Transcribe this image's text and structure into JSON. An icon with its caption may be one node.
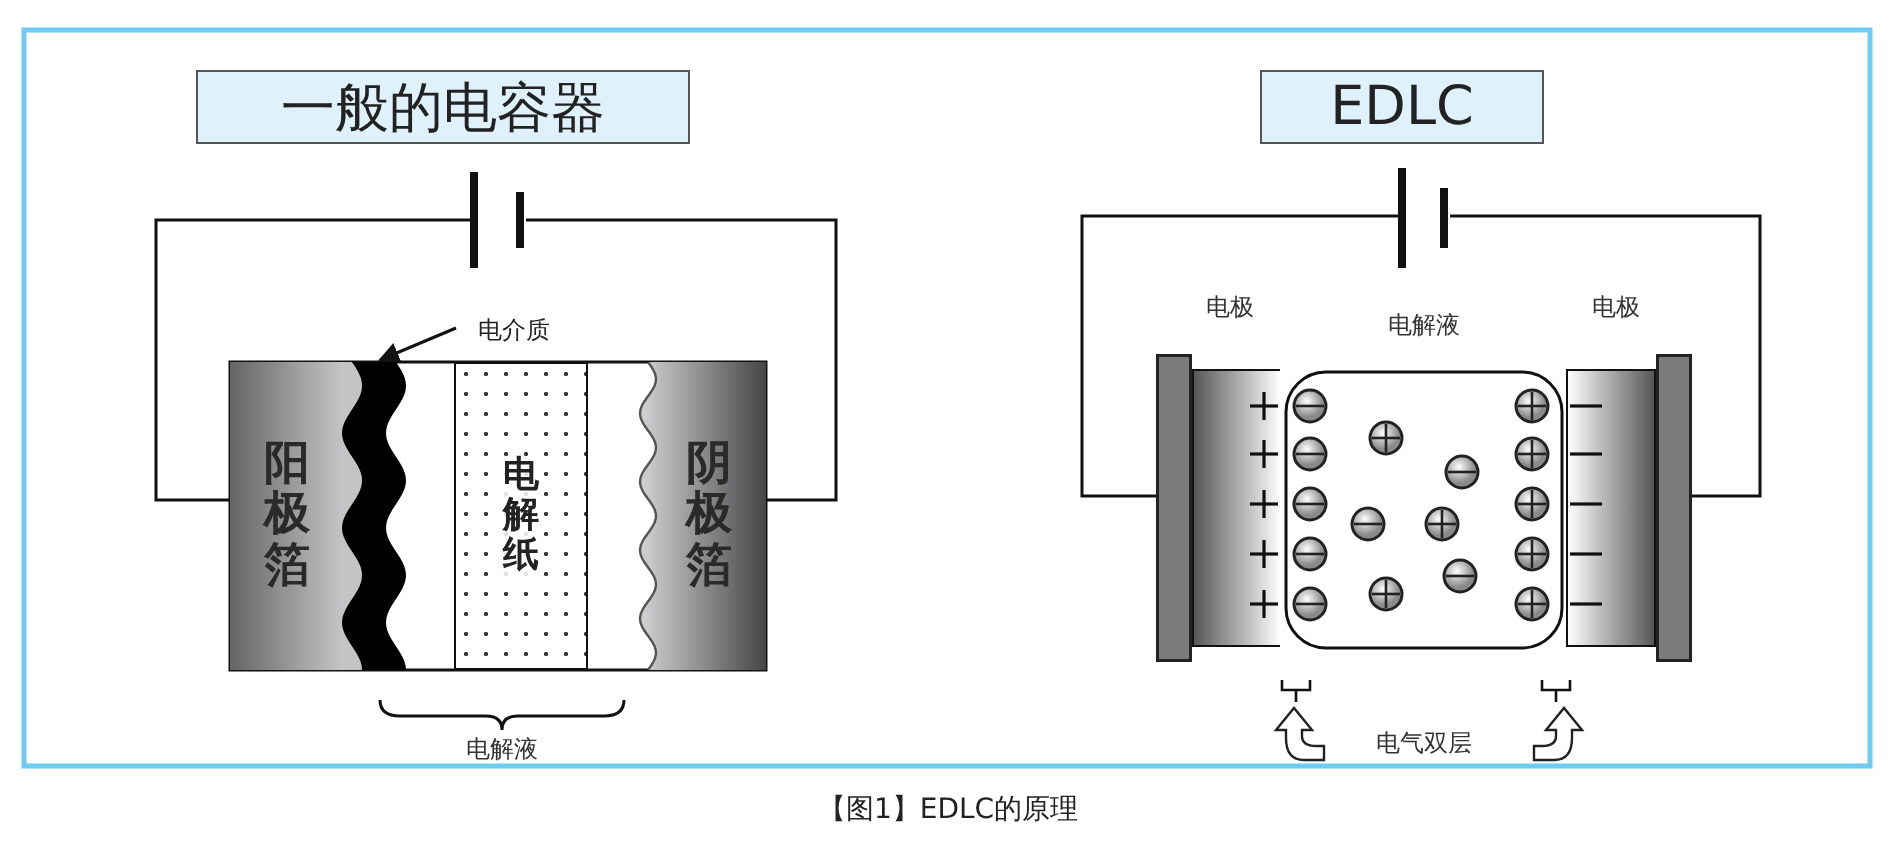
{
  "diagram": {
    "caption": "【图1】EDLC的原理",
    "nodes": [
      {
        "text": [
          "一般的电容器"
        ]
      },
      {
        "text": [],
        "shape": "battery"
      },
      {
        "text": [
          "电介质"
        ]
      },
      {
        "text": [
          "阳极箔"
        ]
      },
      {
        "text": [],
        "shape": "band"
      },
      {
        "text": [
          "电解纸"
        ]
      },
      {
        "text": [
          "阴极箔"
        ]
      },
      {
        "text": [
          "EDLC"
        ]
      },
      {
        "text": [],
        "shape": "battery"
      },
      {
        "text": [],
        "shape": "box"
      },
      {
        "text": [],
        "shape": "box"
      },
      {
        "text": [],
        "shape": "box"
      }
    ],
    "edges": [
      {
        "from": 3,
        "to": 1,
        "arrow": "none"
      },
      {
        "from": 1,
        "to": 6,
        "arrow": "none"
      },
      {
        "from": 2,
        "to": 4,
        "arrow": "to"
      },
      {
        "from": 9,
        "to": 8,
        "arrow": "none"
      },
      {
        "from": 8,
        "to": 11,
        "arrow": "none"
      }
    ],
    "labels": [
      "电解液",
      "电极",
      "电解液",
      "电极",
      "电气双层"
    ]
  }
}
